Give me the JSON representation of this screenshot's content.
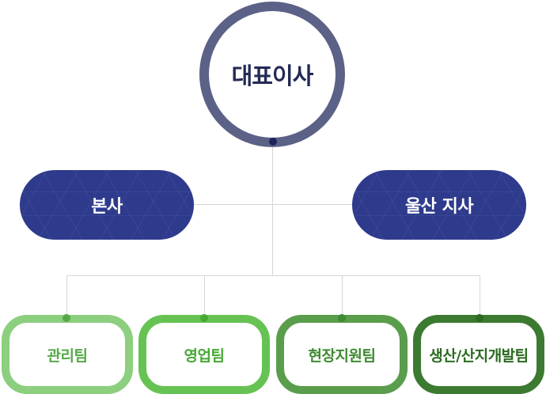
{
  "ceo": {
    "label": "대표이사"
  },
  "branches": [
    {
      "label": "본사"
    },
    {
      "label": "울산 지사"
    }
  ],
  "teams": [
    {
      "label": "관리팀",
      "color": "#8ccf7f",
      "text_color": "#56a948"
    },
    {
      "label": "영업팀",
      "color": "#66c353",
      "text_color": "#46a934"
    },
    {
      "label": "현장지원팀",
      "color": "#5a9d4c",
      "text_color": "#3f8a32"
    },
    {
      "label": "생산/산지개발팀",
      "color": "#3b7a30",
      "text_color": "#2b6b21"
    }
  ],
  "colors": {
    "ceo_ring": "#5c6187",
    "ceo_text": "#232a56",
    "branch_fill": "#2e3a8c",
    "connector": "#d6d6d6"
  }
}
